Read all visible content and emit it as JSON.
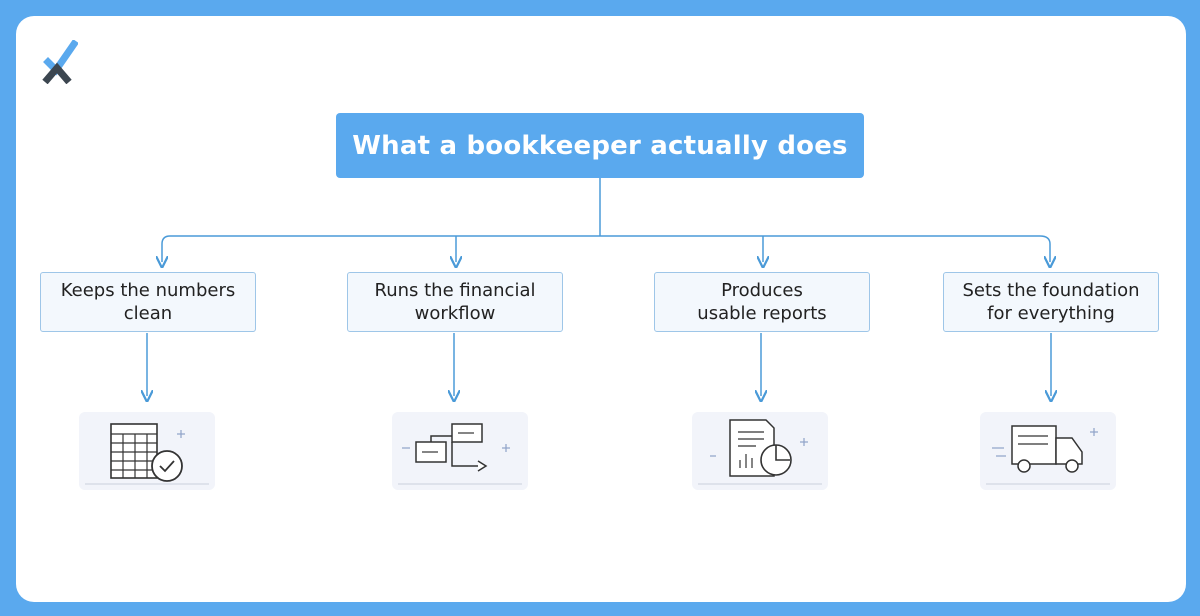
{
  "diagram": {
    "title": "What a bookkeeper actually does",
    "colors": {
      "background": "#5aa9ee",
      "title_fill": "#5aa9ee",
      "node_border": "#9ec6e8",
      "node_fill": "#f3f8fd",
      "connector": "#4a9ad8"
    },
    "nodes": [
      {
        "label": "Keeps the numbers\nclean",
        "icon": "spreadsheet-check-icon"
      },
      {
        "label": "Runs the financial\nworkflow",
        "icon": "workflow-flowchart-icon"
      },
      {
        "label": "Produces\nusable reports",
        "icon": "report-chart-icon"
      },
      {
        "label": "Sets the foundation\nfor everything",
        "icon": "delivery-truck-icon"
      }
    ]
  }
}
